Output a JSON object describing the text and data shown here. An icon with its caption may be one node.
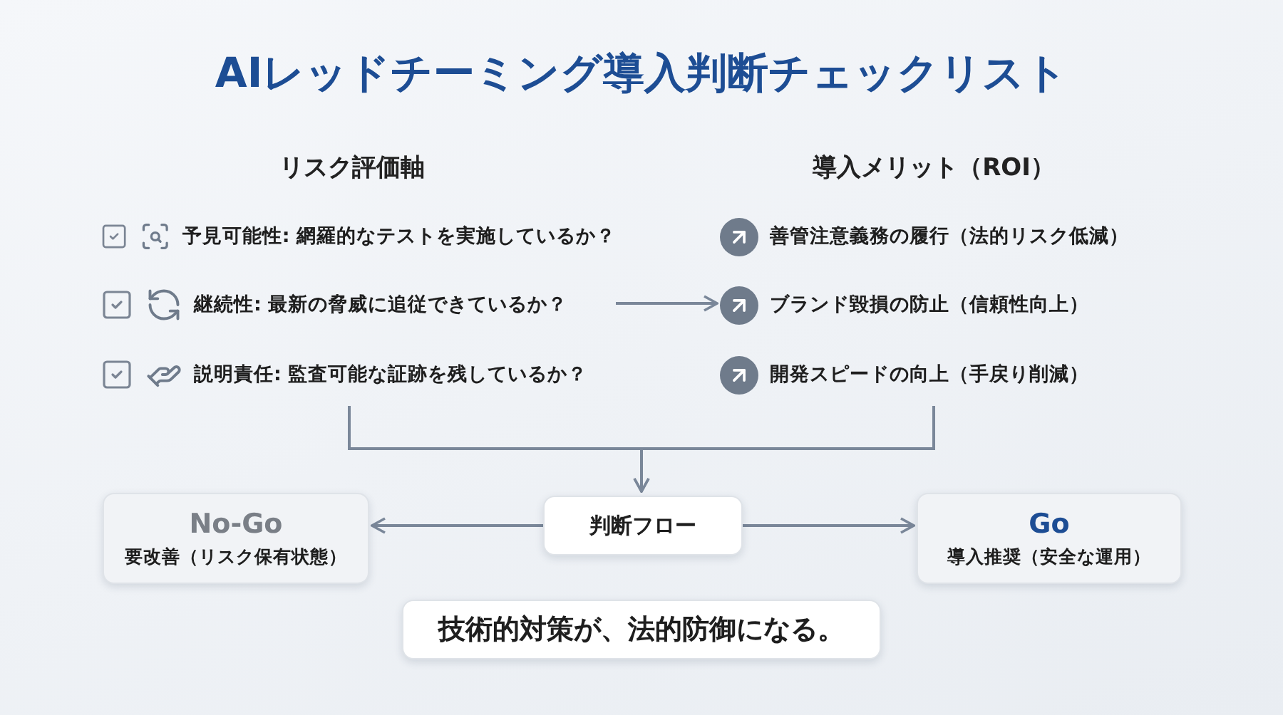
{
  "diagram": {
    "title": "AIレッドチーミング導入判断チェックリスト",
    "nodes": [
      {
        "text": [
          "リスク評価軸"
        ]
      },
      {
        "text": [
          "予見可能性: 網羅的なテストを実施しているか？"
        ],
        "in": 0
      },
      {
        "text": [
          "継続性: 最新の脅威に追従できているか？"
        ],
        "in": 0
      },
      {
        "text": [
          "説明責任: 監査可能な証跡を残しているか？"
        ],
        "in": 0
      },
      {
        "text": [
          "導入メリット（ROI）"
        ]
      },
      {
        "text": [
          "善管注意義務の履行（法的リスク低減）"
        ],
        "in": 4
      },
      {
        "text": [
          "ブランド毀損の防止（信頼性向上）"
        ],
        "in": 4
      },
      {
        "text": [
          "開発スピードの向上（手戻り削減）"
        ],
        "in": 4
      },
      {
        "text": [
          "判断フロー"
        ]
      },
      {
        "text": [
          "No-Go",
          "要改善（リスク保有状態）"
        ]
      },
      {
        "text": [
          "Go",
          "導入推奨（安全な運用）"
        ]
      },
      {
        "text": [
          "技術的対策が、法的防御になる。"
        ]
      }
    ],
    "edges": [
      {
        "from": 2,
        "to": 6,
        "arrow": "to"
      },
      {
        "from": 0,
        "to": 8,
        "arrow": "to"
      },
      {
        "from": 4,
        "to": 8,
        "arrow": "to"
      },
      {
        "from": 8,
        "to": 9,
        "arrow": "to"
      },
      {
        "from": 8,
        "to": 10,
        "arrow": "to"
      }
    ]
  }
}
